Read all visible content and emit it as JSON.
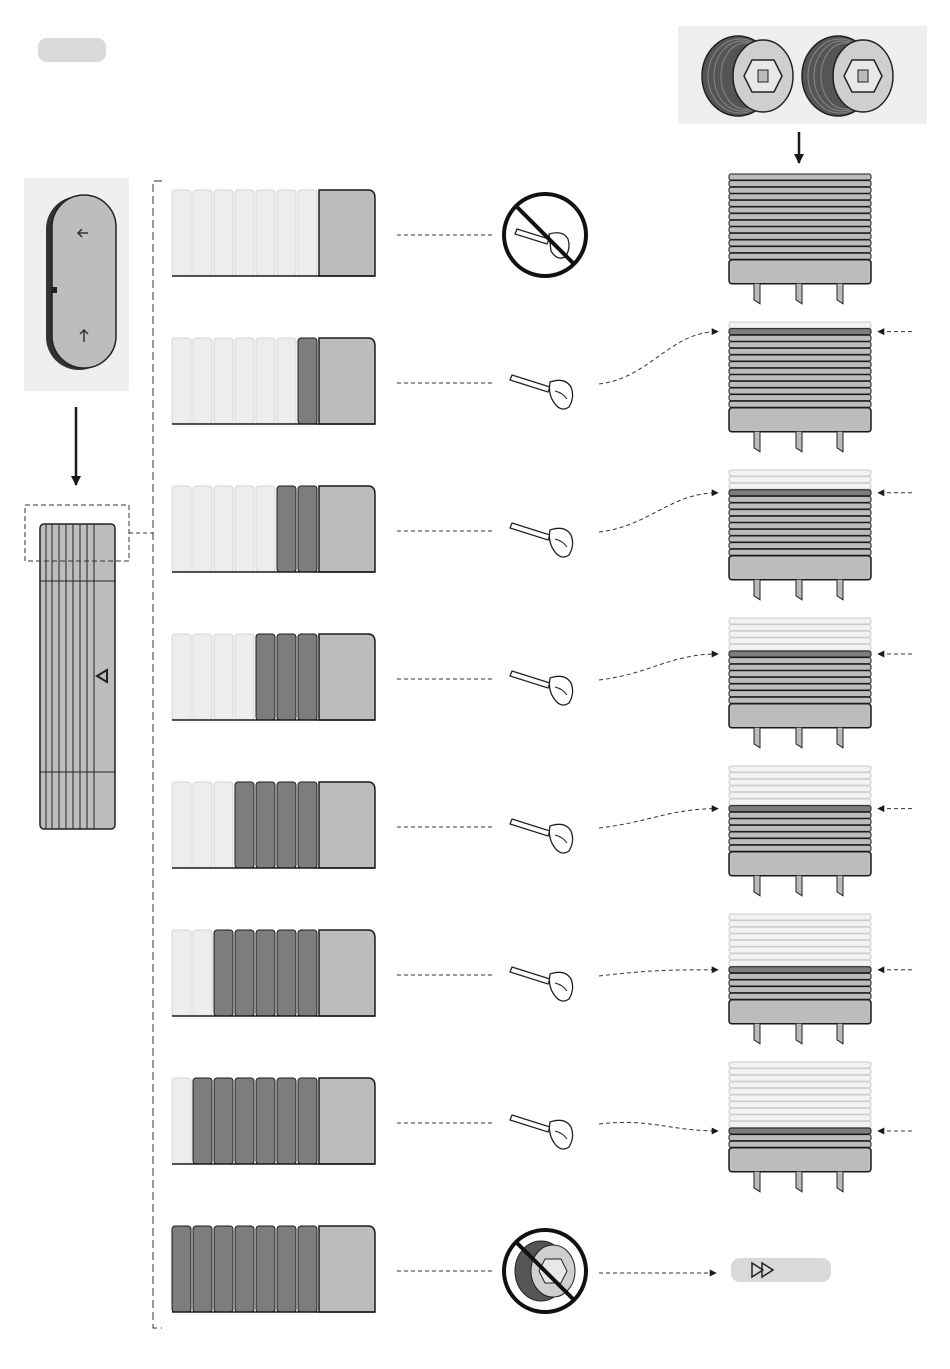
{
  "colors": {
    "panel_bg": "#efefef",
    "light_rib": "#ededed",
    "dark_rib": "#7d7d7d",
    "end_cap": "#bcbcbc",
    "stroke": "#1a1a1a",
    "indicator_pill": "#d9d9d9"
  },
  "icons": {
    "page_indicator": "blank-pill-label",
    "device_front": "remote-device-front-view",
    "device_side": "remote-device-side-view",
    "rolls": "grooved-spool-roll",
    "no_pliers": "no-pliers-prohibition-icon",
    "pliers": "pliers-in-hand-icon",
    "no_roll": "no-roll-prohibition-icon",
    "skip": "fast-forward-icon"
  },
  "steps": [
    {
      "removed_segments": 0,
      "tool": "no-pliers"
    },
    {
      "removed_segments": 1,
      "tool": "pliers"
    },
    {
      "removed_segments": 2,
      "tool": "pliers"
    },
    {
      "removed_segments": 3,
      "tool": "pliers"
    },
    {
      "removed_segments": 4,
      "tool": "pliers"
    },
    {
      "removed_segments": 5,
      "tool": "pliers"
    },
    {
      "removed_segments": 6,
      "tool": "pliers"
    },
    {
      "removed_segments": 7,
      "tool": "no-roll"
    }
  ]
}
